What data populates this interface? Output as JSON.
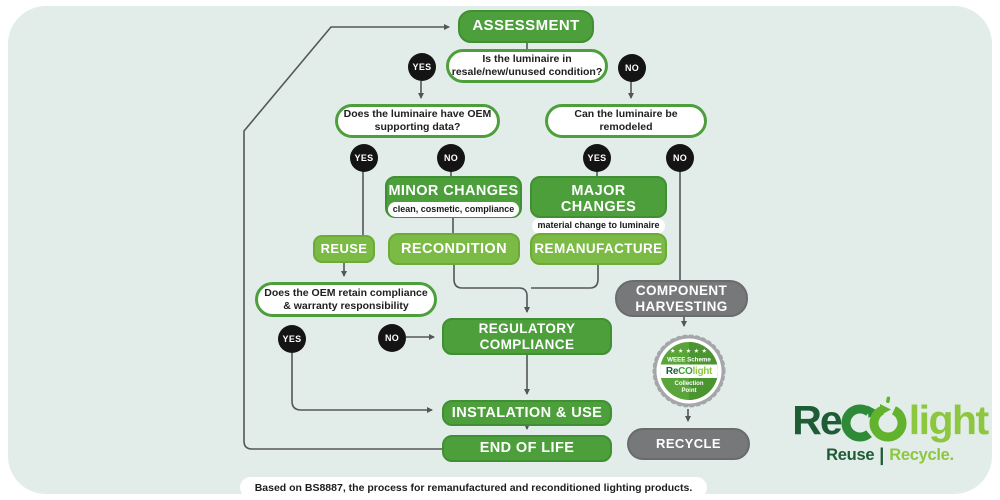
{
  "palette": {
    "panel_bg": "#e2edea",
    "green": "#4c9f3b",
    "light_green": "#7aba45",
    "gray": "#77787a",
    "circle_black": "#141414",
    "line": "#55565a",
    "logo_dark_green": "#1d5c34",
    "logo_lime": "#8dc63f"
  },
  "labels": {
    "yes": "YES",
    "no": "NO"
  },
  "nodes": {
    "assessment": "ASSESSMENT",
    "q_condition": "Is the luminaire in\nresale/new/unused condition?",
    "q_oem_data": "Does the luminaire have OEM\nsupporting data?",
    "q_remodel": "Can the luminaire be\nremodeled",
    "minor_changes": {
      "title": "MINOR CHANGES",
      "subtitle": "clean, cosmetic, compliance"
    },
    "major_changes": {
      "title": "MAJOR CHANGES",
      "subtitle": "material change to luminaire"
    },
    "reuse": "REUSE",
    "recondition": "RECONDITION",
    "remanufacture": "REMANUFACTURE",
    "q_oem_retain": "Does the OEM retain compliance\n& warranty responsibility",
    "regulatory_compliance": "REGULATORY\nCOMPLIANCE",
    "component_harvesting": "COMPONENT\nHARVESTING",
    "installation_use": "INSTALATION & USE",
    "end_of_life": "END OF LIFE",
    "recycle": "RECYCLE"
  },
  "badge": {
    "stars": "★ ★ ★ ★ ★",
    "scheme": "WEEE Scheme",
    "logo_re": "Re",
    "logo_co": "CO",
    "logo_light": "light",
    "collection": "Collection",
    "point": "Point"
  },
  "logo": {
    "re": "Re",
    "light": "light",
    "tag_reuse": "Reuse",
    "tag_divider": "|",
    "tag_recycle": "Recycle."
  },
  "footer": "Based on BS8887, the process for remanufactured and reconditioned lighting products."
}
